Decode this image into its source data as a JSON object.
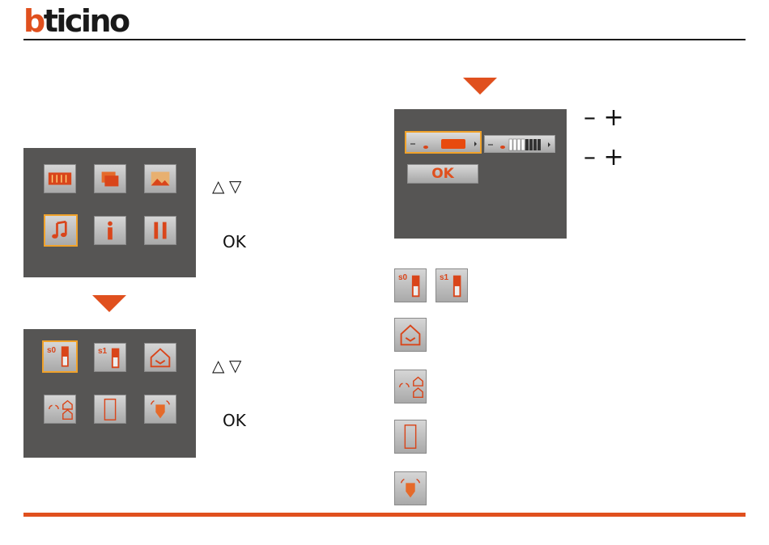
{
  "header": {
    "brand_accent": "b",
    "brand_rest": "ticino"
  },
  "colors": {
    "accent": "#e0501e",
    "screen": "#565554",
    "highlight": "#f0a22a"
  },
  "menu_screen": {
    "icons": [
      "calculator-icon",
      "folder-icon",
      "image-icon",
      "music-note-icon",
      "info-icon",
      "tools-icon"
    ],
    "selected": "music-note-icon"
  },
  "intercom_screen": {
    "icons": [
      "s0-intercom-icon",
      "s1-intercom-icon",
      "house-icon",
      "broadcast-house-icon",
      "door-icon",
      "alarm-icon"
    ],
    "tile_labels": {
      "s0": "s0",
      "s1": "s1"
    },
    "selected": "s0-intercom-icon"
  },
  "nav_hints": {
    "up_down": "△ ▽",
    "ok": "OK"
  },
  "volume_screen": {
    "ok_label": "OK",
    "volume_level": 1.0,
    "ringtone_level": 0.5
  },
  "controls": {
    "row1": "– +",
    "row2": "– +"
  },
  "legend_icons": {
    "s0": "s0",
    "s1": "s1",
    "items": [
      "s0-intercom-icon",
      "s1-intercom-icon",
      "house-icon",
      "broadcast-house-icon",
      "door-icon",
      "alarm-icon"
    ]
  }
}
